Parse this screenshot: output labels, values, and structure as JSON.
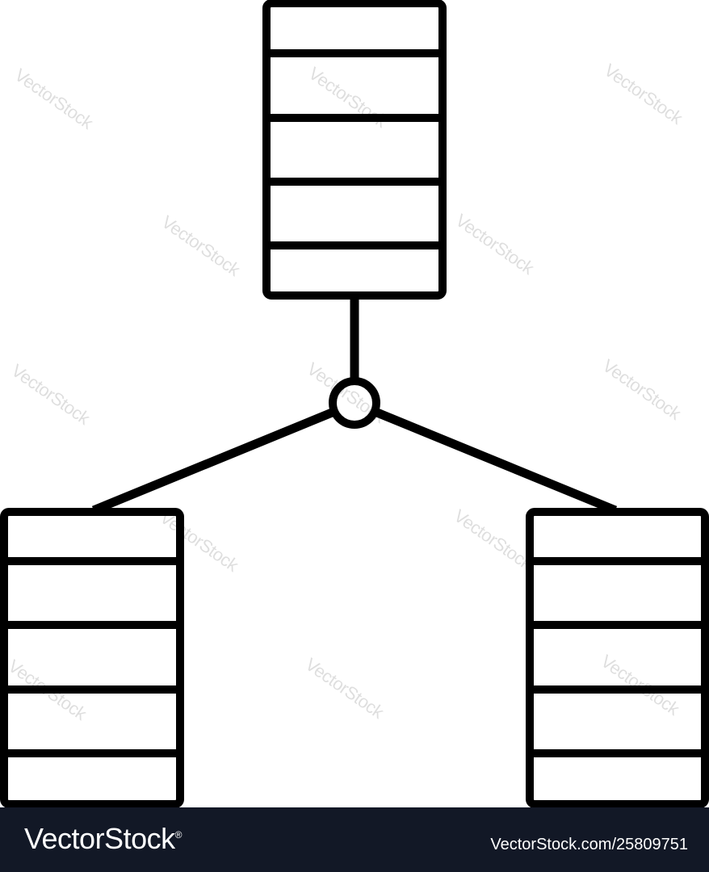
{
  "diagram": {
    "nodes": [
      {
        "id": "server-top",
        "type": "server-stack",
        "shelves": 5
      },
      {
        "id": "server-left",
        "type": "server-stack",
        "shelves": 5
      },
      {
        "id": "server-right",
        "type": "server-stack",
        "shelves": 5
      }
    ],
    "hub": {
      "id": "hub-node",
      "shape": "circle"
    },
    "edges": [
      {
        "from": "server-top",
        "to": "hub-node"
      },
      {
        "from": "hub-node",
        "to": "server-left"
      },
      {
        "from": "hub-node",
        "to": "server-right"
      }
    ],
    "stroke_color": "#000000",
    "fill_color": "#ffffff"
  },
  "watermark": {
    "text": "VectorStock"
  },
  "footer": {
    "brand": "VectorStock",
    "brand_mark": "®",
    "credit": "VectorStock.com/25809751",
    "background_color": "#121826",
    "text_color": "#ffffff"
  }
}
